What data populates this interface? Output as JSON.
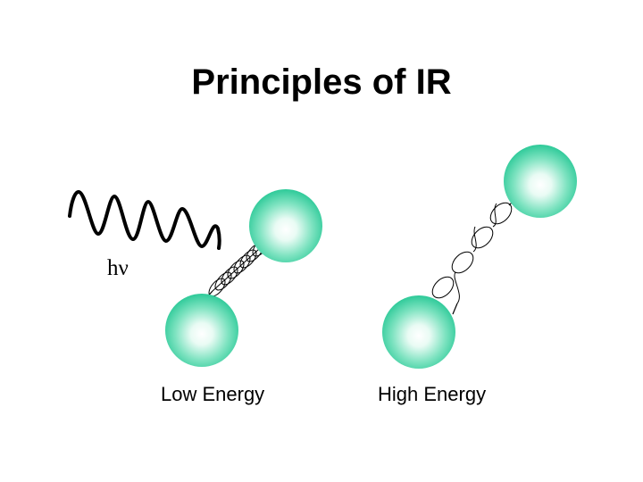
{
  "slide": {
    "title": "Principles of IR",
    "photon_label": "hν",
    "low_energy_label": "Low Energy",
    "high_energy_label": "High Energy"
  },
  "colors": {
    "atom_center": "#ffffff",
    "atom_mid": "#7fe3c1",
    "atom_edge": "#18c38e",
    "line": "#000000"
  },
  "icons": [
    "wave-icon",
    "atom-icon",
    "spring-icon"
  ]
}
